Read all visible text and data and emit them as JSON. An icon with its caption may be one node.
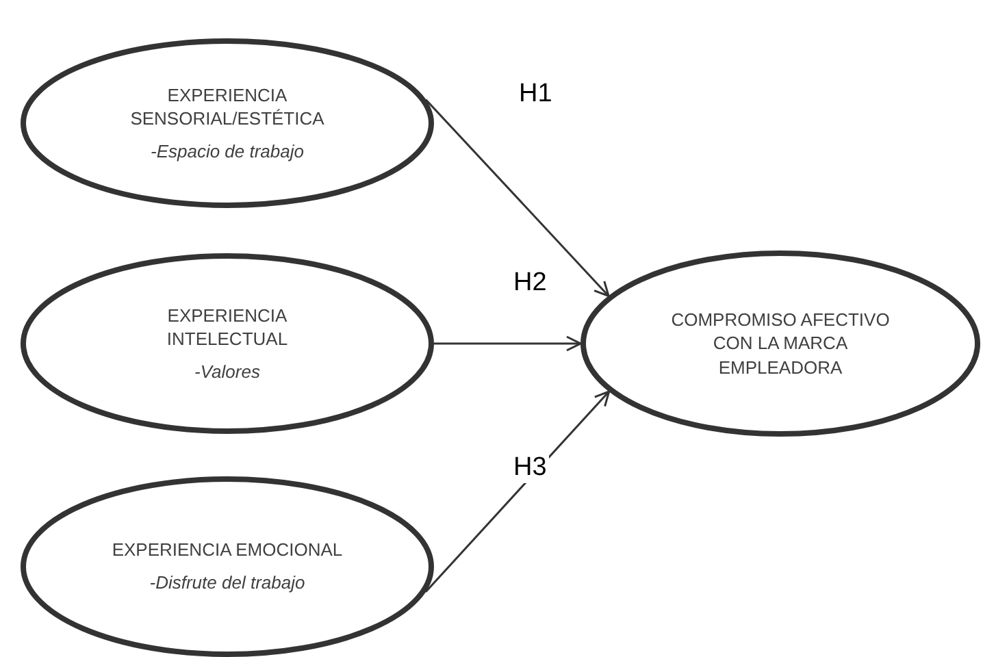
{
  "diagram": {
    "nodes": [
      {
        "text": [
          "EXPERIENCIA SENSORIAL/ESTÉTICA",
          "-Espacio de trabajo"
        ]
      },
      {
        "text": [
          "EXPERIENCIA INTELECTUAL",
          "-Valores"
        ]
      },
      {
        "text": [
          "EXPERIENCIA EMOCIONAL",
          "-Disfrute del trabajo"
        ]
      },
      {
        "text": [
          "COMPROMISO AFECTIVO CON LA MARCA EMPLEADORA"
        ]
      }
    ],
    "edges": [
      {
        "from": 0,
        "to": 3,
        "arrow": "to",
        "label": "H1"
      },
      {
        "from": 1,
        "to": 3,
        "arrow": "to",
        "label": "H2"
      },
      {
        "from": 2,
        "to": 3,
        "arrow": "to",
        "label": "H3"
      }
    ]
  }
}
